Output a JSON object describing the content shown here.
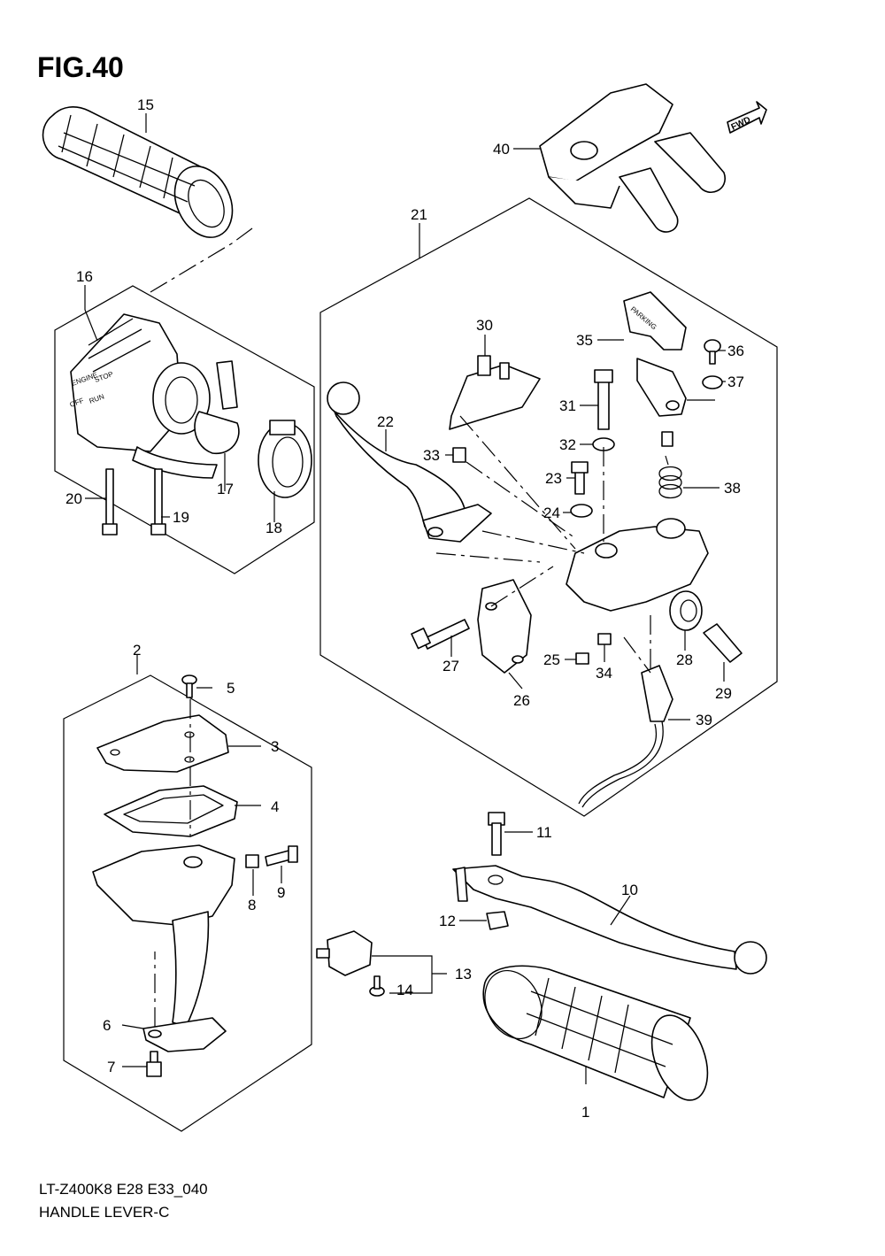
{
  "figure": {
    "title": "FIG.40",
    "model_code": "LT-Z400K8 E28 E33_040",
    "name": "HANDLE LEVER-C",
    "fwd_label": "FWD"
  },
  "inset_texts": {
    "sw1": "ENGINE",
    "sw2": "STOP",
    "sw3": "OFF",
    "sw4": "RUN",
    "sw5": "PARKING"
  },
  "callouts": [
    "1",
    "2",
    "3",
    "4",
    "5",
    "6",
    "7",
    "8",
    "9",
    "10",
    "11",
    "12",
    "13",
    "14",
    "15",
    "16",
    "17",
    "18",
    "19",
    "20",
    "21",
    "22",
    "23",
    "24",
    "25",
    "26",
    "27",
    "28",
    "29",
    "30",
    "31",
    "32",
    "33",
    "34",
    "35",
    "36",
    "37",
    "38",
    "39",
    "40"
  ]
}
